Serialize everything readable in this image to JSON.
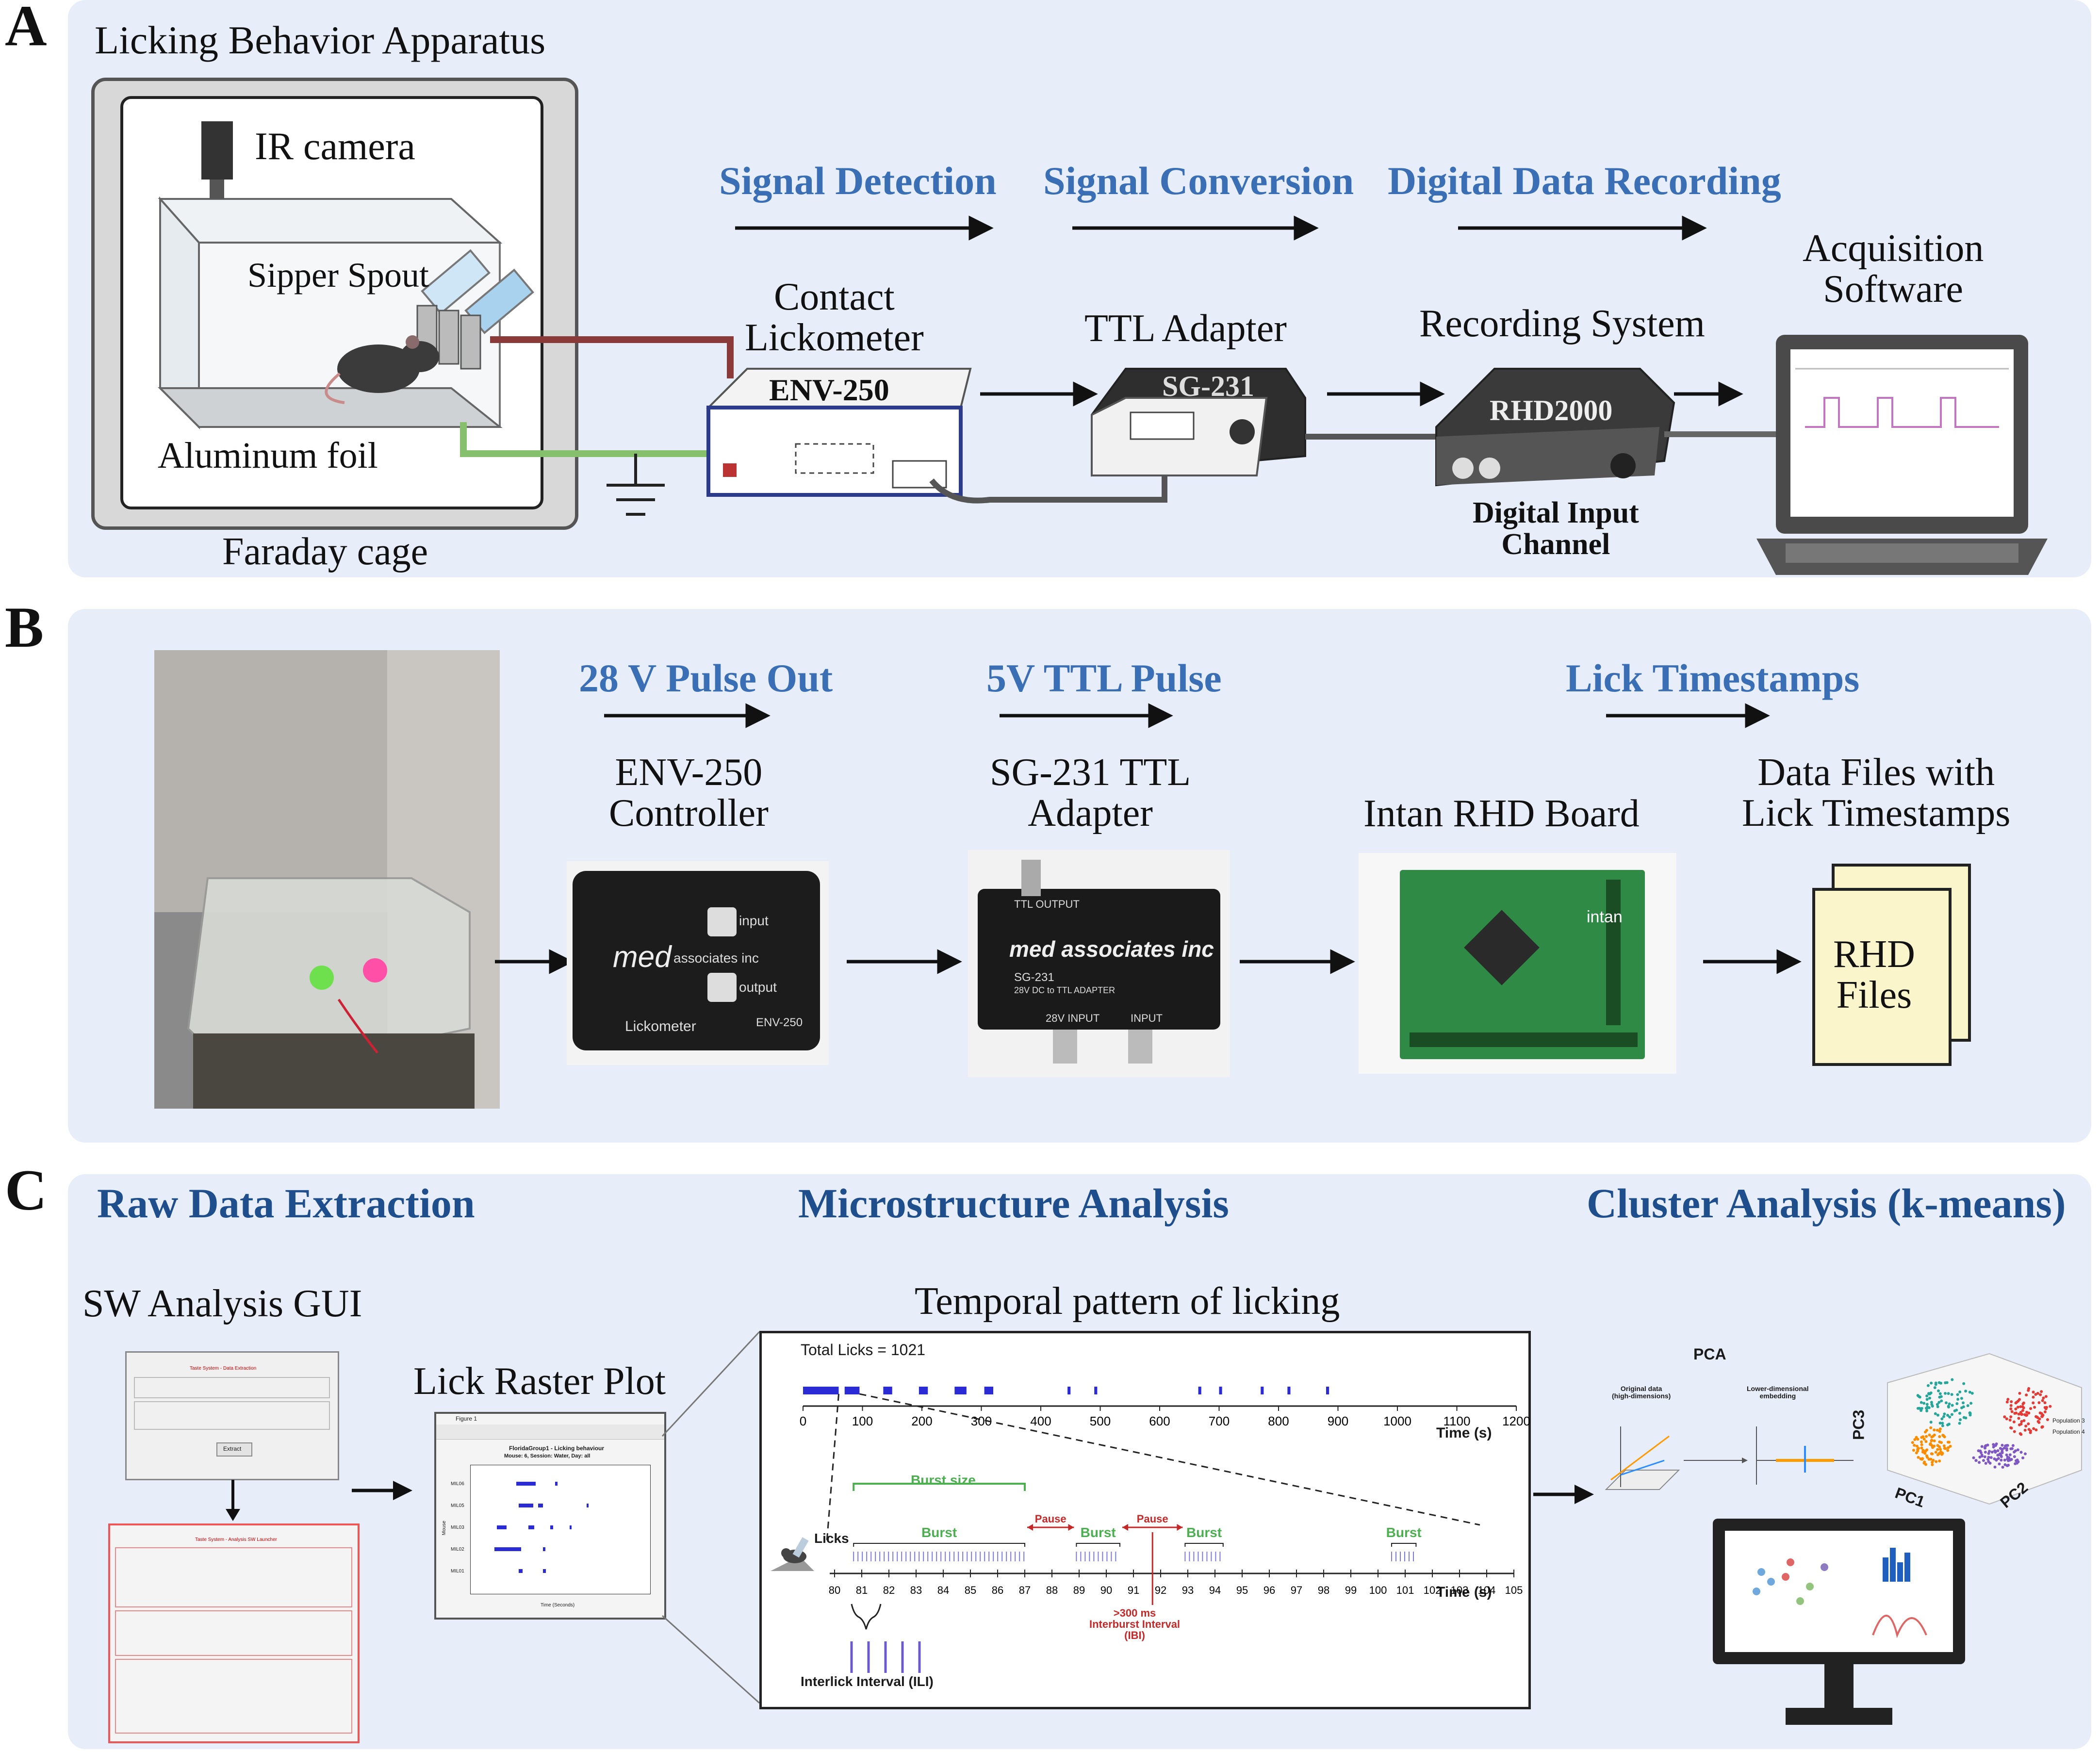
{
  "panels": {
    "a": {
      "letter": "A",
      "title": "Licking Behavior Apparatus",
      "ir_camera": "IR camera",
      "sipper_spout": "Sipper Spout",
      "aluminum_foil": "Aluminum foil",
      "faraday_cage": "Faraday cage",
      "stages": [
        "Signal Detection",
        "Signal Conversion",
        "Digital Data Recording"
      ],
      "contact_lickometer": "Contact\nLickometer",
      "env250": "ENV-250",
      "ttl_adapter": "TTL Adapter",
      "sg231": "SG-231",
      "recording_system": "Recording System",
      "rhd2000": "RHD2000",
      "digital_input": "Digital Input\nChannel",
      "acquisition": "Acquisition\nSoftware"
    },
    "b": {
      "letter": "B",
      "stages": [
        "28 V Pulse Out",
        "5V TTL Pulse",
        "Lick Timestamps"
      ],
      "env250_controller": "ENV-250\nController",
      "sg231_adapter": "SG-231 TTL\nAdapter",
      "intan_board": "Intan RHD Board",
      "data_files": "Data Files with\nLick Timestamps",
      "rhd_files": "RHD\nFiles",
      "med_logo": "med",
      "med_sub": "associates inc",
      "input_label": "input",
      "output_label": "output",
      "lickometer_label": "Lickometer",
      "env_label": "ENV-250",
      "ttl_output": "TTL OUTPUT",
      "med_assoc": "med associates inc",
      "sg_model": "SG-231",
      "sg_desc": "28V DC to TTL ADAPTER",
      "in28": "28V INPUT",
      "input2": "INPUT",
      "intan_logo": "intan"
    },
    "c": {
      "letter": "C",
      "stages": [
        "Raw Data Extraction",
        "Microstructure Analysis",
        "Cluster Analysis (k-means)"
      ],
      "sw_gui": "SW Analysis GUI",
      "lick_raster": "Lick Raster Plot",
      "temporal_pattern": "Temporal pattern of licking",
      "gui1_title": "Taste System - Data Extraction",
      "gui1_btn": "Extract",
      "gui2_title": "Taste System - Analysis SW Launcher",
      "raster_window": "Figure 1",
      "raster_title": "FloridaGroup1 - Licking behaviour",
      "raster_sub": "Mouse: 6, Session: Water, Day: all",
      "raster_xlabel": "Time (Seconds)",
      "raster_ylabel": "Mouse",
      "raster_rows": [
        "MIL06",
        "MIL05",
        "MIL03",
        "MIL02",
        "MIL01"
      ],
      "pca": "PCA",
      "pca_orig": "Original data\n(high-dimensions)",
      "pca_lower": "Lower-dimensional\nembedding",
      "pc1": "PC1",
      "pc2": "PC2",
      "pc3": "PC3",
      "pop3": "Population 3",
      "pop4": "Population 4"
    }
  },
  "chart_data": [
    {
      "type": "scatter",
      "title": "Total Licks = 1021",
      "xlabel": "Time (s)",
      "xlim": [
        0,
        1200
      ],
      "xticks": [
        0,
        100,
        200,
        300,
        400,
        500,
        600,
        700,
        800,
        900,
        1000,
        1100,
        1200
      ],
      "lick_clusters": [
        [
          0,
          60
        ],
        [
          70,
          95
        ],
        [
          135,
          150
        ],
        [
          195,
          210
        ],
        [
          255,
          275
        ],
        [
          305,
          320
        ],
        [
          445,
          450
        ],
        [
          490,
          495
        ],
        [
          665,
          670
        ],
        [
          700,
          705
        ],
        [
          770,
          775
        ],
        [
          815,
          820
        ],
        [
          880,
          885
        ]
      ]
    },
    {
      "type": "scatter",
      "xlabel": "Time (s)",
      "xlim": [
        80,
        105
      ],
      "xticks": [
        80,
        81,
        82,
        83,
        84,
        85,
        86,
        87,
        88,
        89,
        90,
        91,
        92,
        93,
        94,
        95,
        96,
        97,
        98,
        99,
        100,
        101,
        102,
        103,
        104,
        105
      ],
      "licks_label": "Licks",
      "burst_size": "Burst size",
      "bursts": [
        [
          80.7,
          87.0
        ],
        [
          88.9,
          90.5
        ],
        [
          92.9,
          94.3
        ],
        [
          100.5,
          101.4
        ]
      ],
      "burst_labels": [
        "Burst",
        "Burst",
        "Burst",
        "Burst"
      ],
      "pause_labels": [
        "Pause",
        "Pause"
      ],
      "ibi_label": ">300 ms\nInterburst Interval\n(IBI)",
      "ili_label": "Interlick Interval (ILI)"
    }
  ],
  "colors": {
    "panel_bg": "#e7eef9",
    "stage_blue": "#3a6fb5",
    "title_blue": "#1f4e8c",
    "burst_green": "#4caf50",
    "pause_red": "#c62828",
    "lick_blue": "#2b2bd6"
  }
}
